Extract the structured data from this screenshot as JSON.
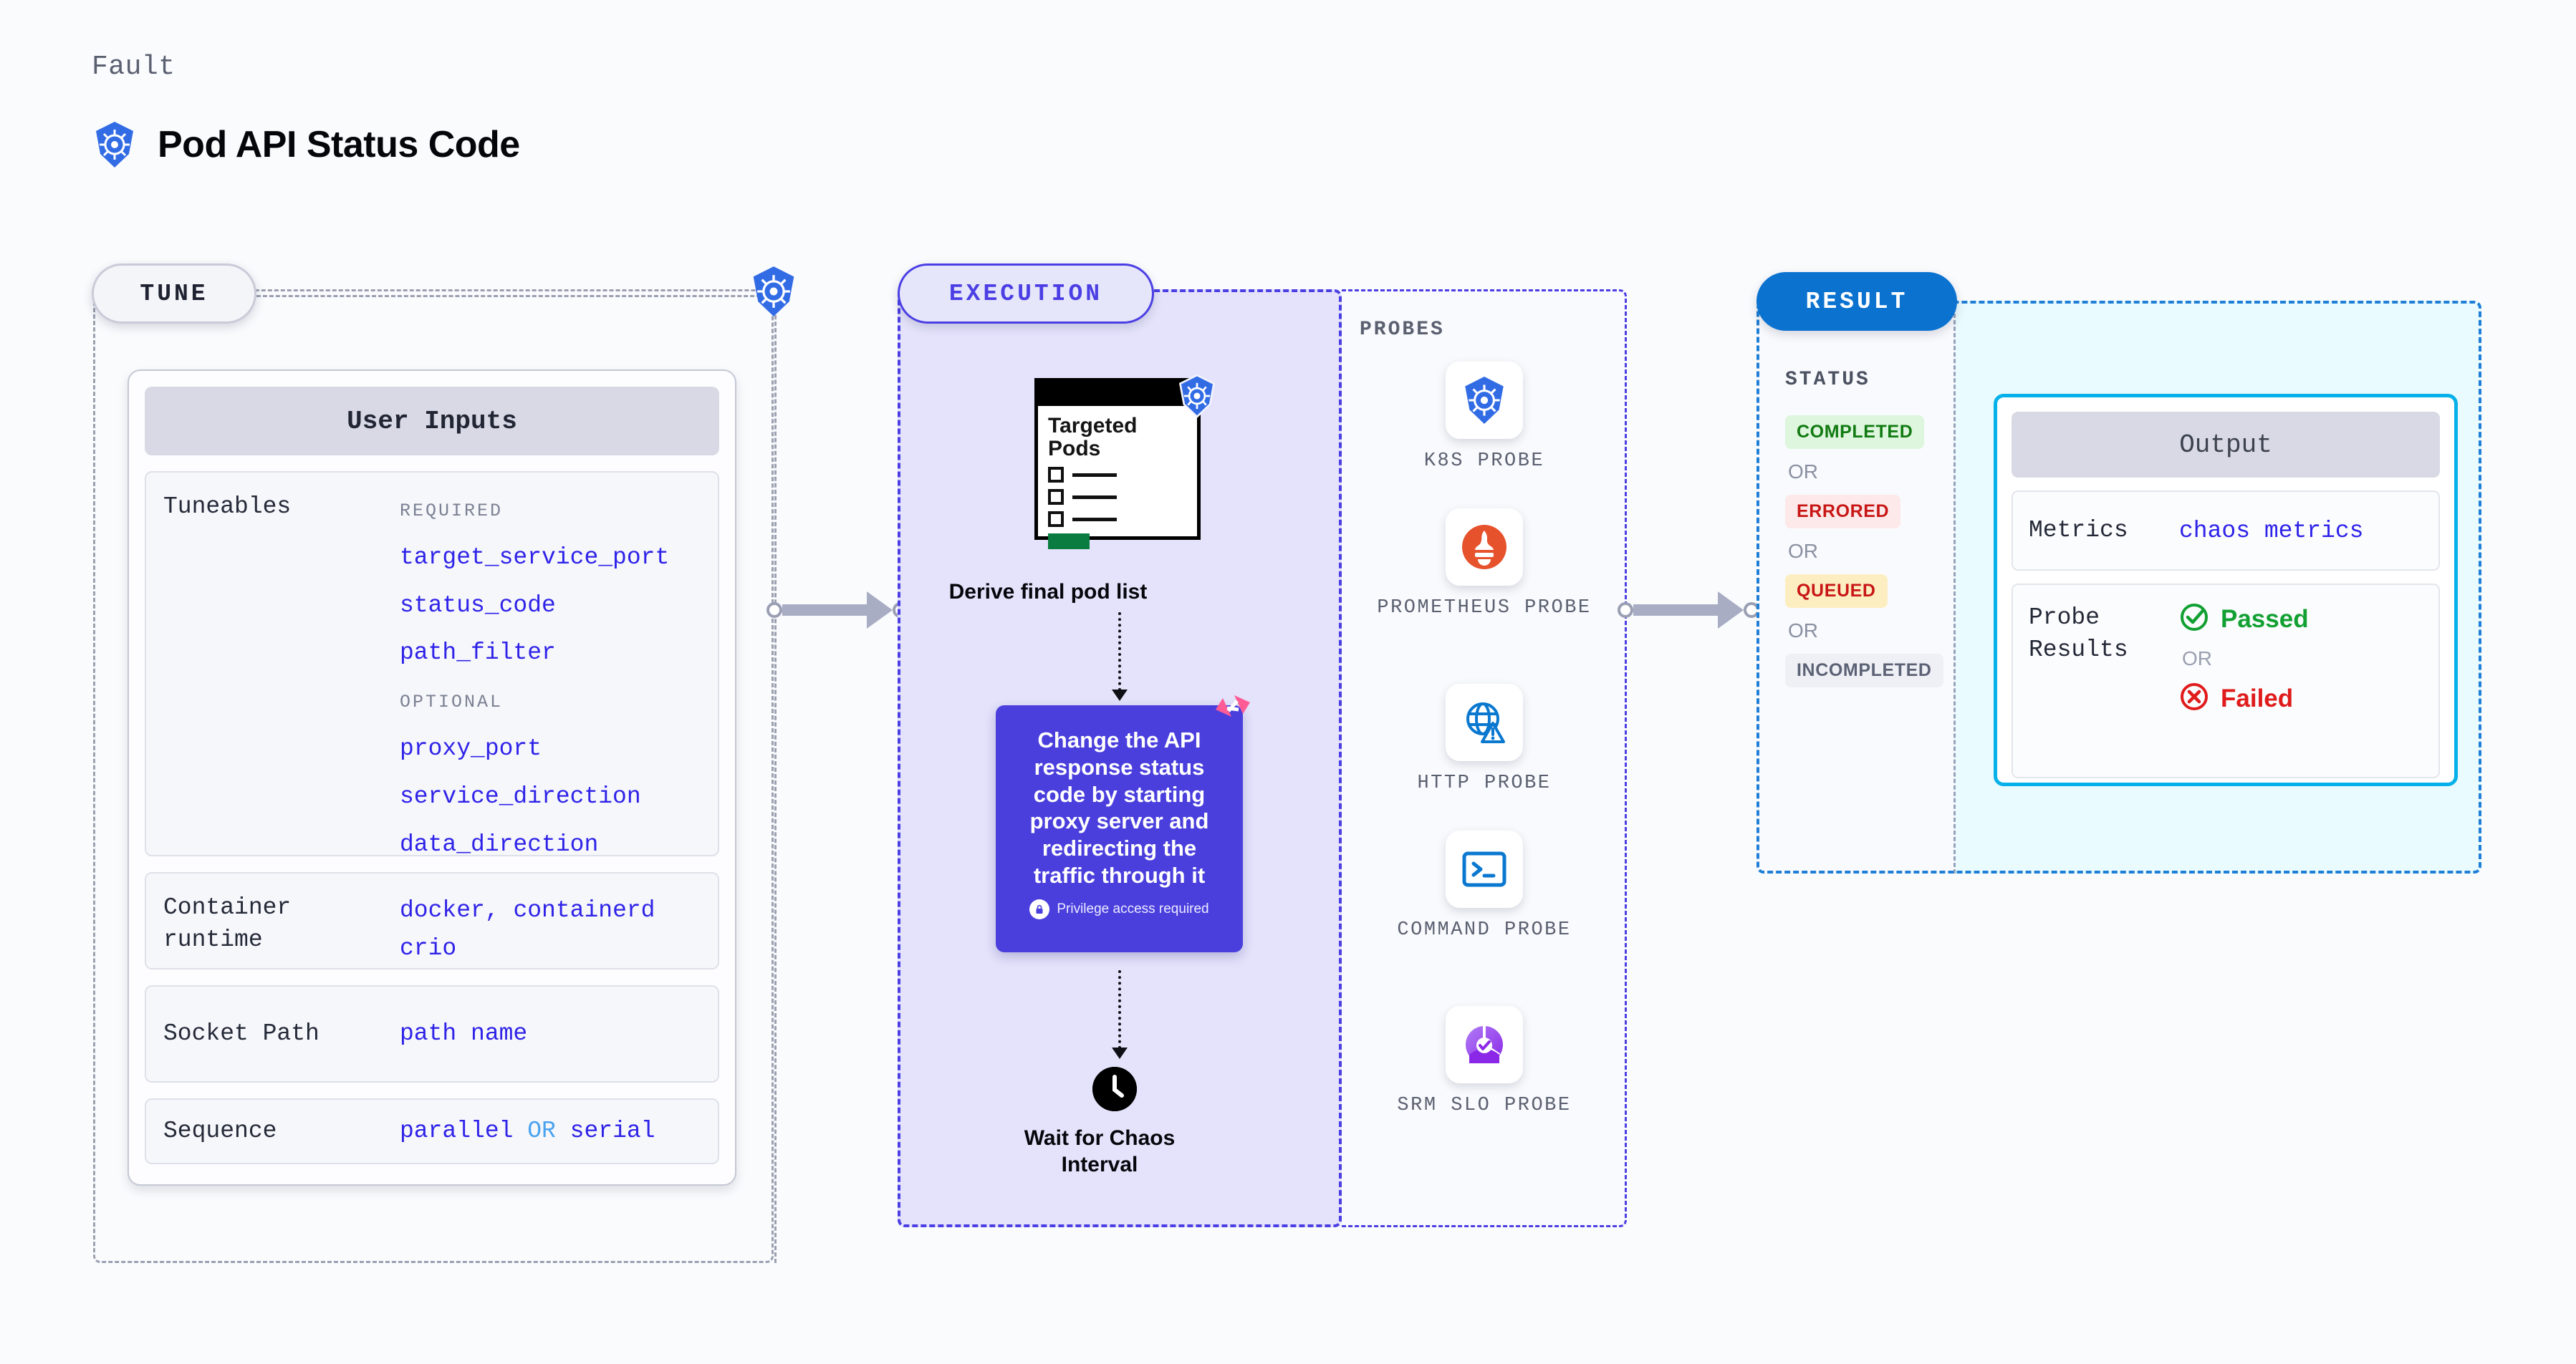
{
  "header": {
    "eyebrow": "Fault",
    "title": "Pod API Status Code",
    "icon": "kubernetes-icon"
  },
  "stages": {
    "tune": "TUNE",
    "execution": "EXECUTION",
    "result": "RESULT"
  },
  "tune": {
    "card_title": "User Inputs",
    "tuneables": {
      "label": "Tuneables",
      "required_label": "REQUIRED",
      "required": [
        "target_service_port",
        "status_code",
        "path_filter"
      ],
      "optional_label": "OPTIONAL",
      "optional": [
        "proxy_port",
        "service_direction",
        "data_direction"
      ]
    },
    "rows": [
      {
        "label": "Container runtime",
        "values": [
          "docker",
          "containerd",
          "crio"
        ],
        "separator": ","
      },
      {
        "label": "Socket Path",
        "values": [
          "path name"
        ]
      },
      {
        "label": "Sequence",
        "values": [
          "parallel",
          "serial"
        ],
        "separator": "OR"
      }
    ]
  },
  "execution": {
    "pods_card": {
      "title": "Targeted Pods",
      "icon": "kubernetes-icon",
      "rows": 3
    },
    "derive_label": "Derive final pod list",
    "action_card": {
      "text": "Change the API response status code by starting proxy server and redirecting the traffic through it",
      "privilege_note": "Privilege access required",
      "lock_icon": "lock-icon",
      "ribbon_icon": "chaos-ribbon-icon"
    },
    "wait_label": "Wait for Chaos Interval",
    "wait_icon": "clock-icon"
  },
  "probes": {
    "title": "PROBES",
    "items": [
      {
        "name": "K8S PROBE",
        "icon": "kubernetes-icon"
      },
      {
        "name": "PROMETHEUS PROBE",
        "icon": "prometheus-icon"
      },
      {
        "name": "HTTP PROBE",
        "icon": "http-globe-warning-icon"
      },
      {
        "name": "COMMAND PROBE",
        "icon": "terminal-icon"
      },
      {
        "name": "SRM SLO PROBE",
        "icon": "srm-slo-icon"
      }
    ]
  },
  "result": {
    "status_title": "STATUS",
    "or_label": "OR",
    "statuses": [
      {
        "label": "COMPLETED",
        "bg": "#ddf6dd",
        "fg": "#127a12"
      },
      {
        "label": "ERRORED",
        "bg": "#fde9e9",
        "fg": "#c81616"
      },
      {
        "label": "QUEUED",
        "bg": "#fdeec2",
        "fg": "#c81616"
      },
      {
        "label": "INCOMPLETED",
        "bg": "#eef0f5",
        "fg": "#5c6275"
      }
    ],
    "output": {
      "title": "Output",
      "metrics_label": "Metrics",
      "metrics_value": "chaos metrics",
      "probe_results_label": "Probe Results",
      "passed": "Passed",
      "failed": "Failed",
      "or_label": "OR",
      "passed_icon": "check-circle-icon",
      "failed_icon": "x-circle-icon"
    }
  },
  "colors": {
    "accent_purple": "#4a3fdd",
    "accent_blue": "#0b72d0",
    "cyan": "#06b0e8",
    "value_blue": "#2f23e8",
    "k8s_blue": "#326ce5",
    "pink": "#ff5c96"
  }
}
